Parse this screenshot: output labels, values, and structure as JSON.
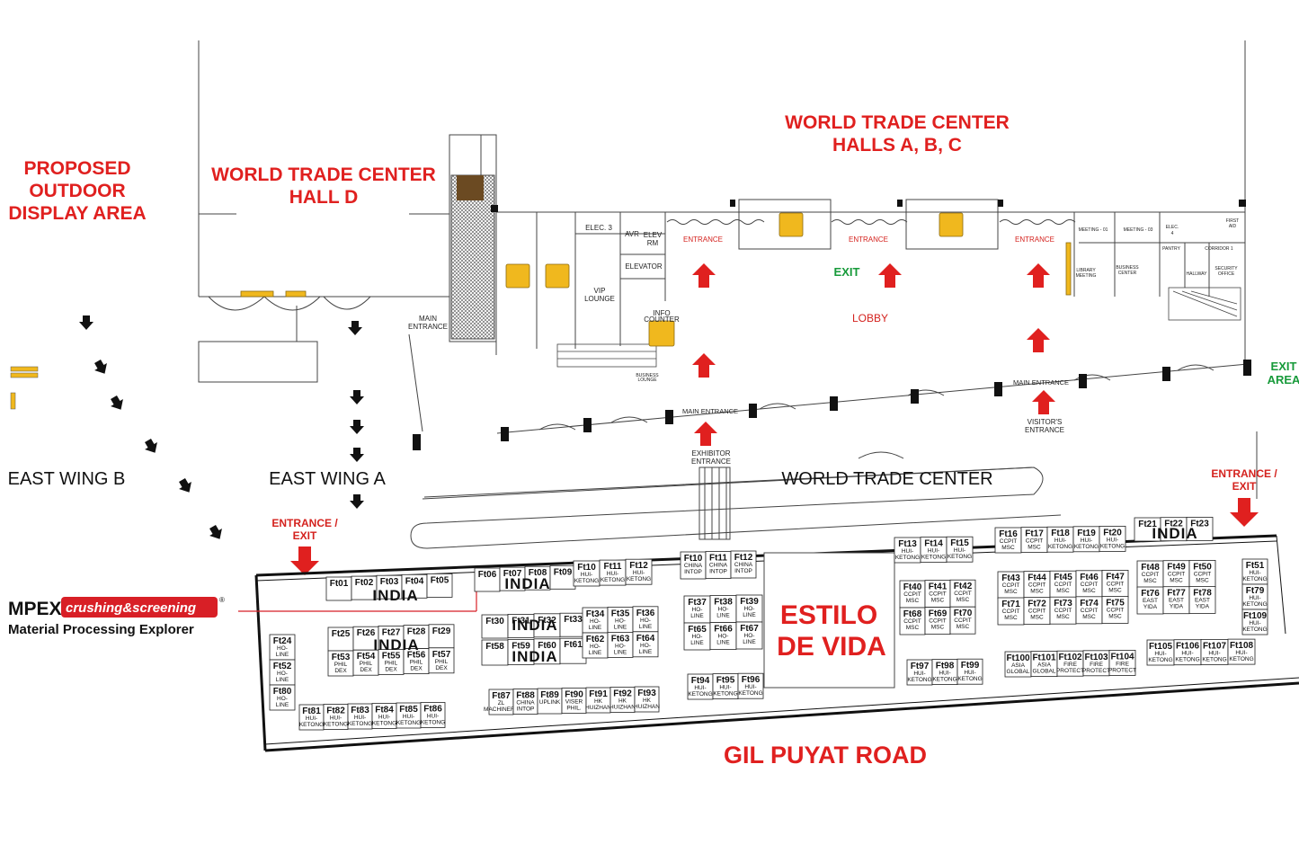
{
  "titles": {
    "proposed": [
      "PROPOSED",
      "OUTDOOR",
      "DISPLAY AREA"
    ],
    "hall_d": [
      "WORLD TRADE CENTER",
      "HALL D"
    ],
    "halls_abc": [
      "WORLD TRADE CENTER",
      "HALLS A, B, C"
    ]
  },
  "wings": {
    "east_b": "EAST WING B",
    "east_a": "EAST WING A",
    "wtc": "WORLD TRADE CENTER"
  },
  "road": "GIL PUYAT ROAD",
  "estilo": [
    "ESTILO",
    "DE VIDA"
  ],
  "entrance_exit_label": [
    "ENTRANCE /",
    "EXIT"
  ],
  "labels": {
    "entrance": "ENTRANCE",
    "exit": "EXIT",
    "exit_area": [
      "EXIT",
      "AREA"
    ],
    "lobby": "LOBBY",
    "main_entrance": [
      "MAIN",
      "ENTRANCE"
    ],
    "main_entrance_single": "MAIN ENTRANCE",
    "exhibitor_entrance": [
      "EXHIBITOR",
      "ENTRANCE"
    ],
    "visitors_entrance": [
      "VISITOR'S",
      "ENTRANCE"
    ],
    "info_counter": [
      "INFO",
      "COUNTER"
    ],
    "vip_lounge": [
      "VIP",
      "LOUNGE"
    ],
    "elec3": "ELEC. 3",
    "avr": "AVR",
    "elev_rm": [
      "ELEV",
      "RM"
    ],
    "elevator": "ELEVATOR",
    "business_lounge": [
      "BUSINESS",
      "LOUNGE"
    ],
    "rooms": [
      {
        "text": "MEETING - 01"
      },
      {
        "text": "MEETING - 03"
      },
      {
        "text": "ELEC."
      },
      {
        "text": "4"
      },
      {
        "text": "FIRST"
      },
      {
        "text": "AID"
      },
      {
        "text": "PANTRY"
      },
      {
        "text": "CORRIDOR 1"
      },
      {
        "text": "HALLWAY"
      },
      {
        "text": "SECURITY"
      },
      {
        "text": "OFFICE"
      },
      {
        "text": "LIBRARY"
      },
      {
        "text": "MEETING"
      },
      {
        "text": "BUSINESS"
      },
      {
        "text": "CENTER"
      }
    ]
  },
  "logo": {
    "main": "MPEX",
    "box": "crushing&screening",
    "reg": "®",
    "tagline": "Material Processing Explorer"
  },
  "india_label": "INDIA",
  "booths": [
    {
      "id": "Ft01"
    },
    {
      "id": "Ft02"
    },
    {
      "id": "Ft03"
    },
    {
      "id": "Ft04"
    },
    {
      "id": "Ft05"
    },
    {
      "id": "Ft06"
    },
    {
      "id": "Ft07"
    },
    {
      "id": "Ft08"
    },
    {
      "id": "Ft09"
    },
    {
      "id": "Ft10",
      "sub": [
        "HUI-",
        "KETONG"
      ]
    },
    {
      "id": "Ft11",
      "sub": [
        "HUI-",
        "KETONG"
      ]
    },
    {
      "id": "Ft12",
      "sub": [
        "HUI-",
        "KETONG"
      ]
    },
    {
      "id": "Ft10",
      "sub": [
        "CHINA",
        "INTOP"
      ]
    },
    {
      "id": "Ft11",
      "sub": [
        "CHINA",
        "INTOP"
      ]
    },
    {
      "id": "Ft12",
      "sub": [
        "CHINA",
        "INTOP"
      ]
    },
    {
      "id": "Ft13",
      "sub": [
        "HUI-",
        "KETONG"
      ]
    },
    {
      "id": "Ft14",
      "sub": [
        "HUI-",
        "KETONG"
      ]
    },
    {
      "id": "Ft15",
      "sub": [
        "HUI-",
        "KETONG"
      ]
    },
    {
      "id": "Ft16",
      "sub": [
        "CCPIT",
        "MSC"
      ]
    },
    {
      "id": "Ft17",
      "sub": [
        "CCPIT",
        "MSC"
      ]
    },
    {
      "id": "Ft18",
      "sub": [
        "HUI-",
        "KETONG"
      ]
    },
    {
      "id": "Ft19",
      "sub": [
        "HUI-",
        "KETONG"
      ]
    },
    {
      "id": "Ft20",
      "sub": [
        "HUI-",
        "KETONG"
      ]
    },
    {
      "id": "Ft21"
    },
    {
      "id": "Ft22"
    },
    {
      "id": "Ft23"
    },
    {
      "id": "Ft24",
      "sub": [
        "HO-",
        "LINE"
      ]
    },
    {
      "id": "Ft52",
      "sub": [
        "HO-",
        "LINE"
      ]
    },
    {
      "id": "Ft80",
      "sub": [
        "HO-",
        "LINE"
      ]
    },
    {
      "id": "Ft25"
    },
    {
      "id": "Ft26"
    },
    {
      "id": "Ft27"
    },
    {
      "id": "Ft28"
    },
    {
      "id": "Ft29"
    },
    {
      "id": "Ft53",
      "sub": [
        "PHIL",
        "DEX"
      ]
    },
    {
      "id": "Ft54",
      "sub": [
        "PHIL",
        "DEX"
      ]
    },
    {
      "id": "Ft55",
      "sub": [
        "PHIL",
        "DEX"
      ]
    },
    {
      "id": "Ft56",
      "sub": [
        "PHIL",
        "DEX"
      ]
    },
    {
      "id": "Ft57",
      "sub": [
        "PHIL",
        "DEX"
      ]
    },
    {
      "id": "Ft30"
    },
    {
      "id": "Ft31"
    },
    {
      "id": "Ft32"
    },
    {
      "id": "Ft33"
    },
    {
      "id": "Ft34",
      "sub": [
        "HO-",
        "LINE"
      ]
    },
    {
      "id": "Ft35",
      "sub": [
        "HO-",
        "LINE"
      ]
    },
    {
      "id": "Ft36",
      "sub": [
        "HO-",
        "LINE"
      ]
    },
    {
      "id": "Ft58"
    },
    {
      "id": "Ft59"
    },
    {
      "id": "Ft60"
    },
    {
      "id": "Ft61"
    },
    {
      "id": "Ft62",
      "sub": [
        "HO-",
        "LINE"
      ]
    },
    {
      "id": "Ft63",
      "sub": [
        "HO-",
        "LINE"
      ]
    },
    {
      "id": "Ft64",
      "sub": [
        "HO-",
        "LINE"
      ]
    },
    {
      "id": "Ft37",
      "sub": [
        "HO-",
        "LINE"
      ]
    },
    {
      "id": "Ft38",
      "sub": [
        "HO-",
        "LINE"
      ]
    },
    {
      "id": "Ft39",
      "sub": [
        "HO-",
        "LINE"
      ]
    },
    {
      "id": "Ft65",
      "sub": [
        "HO-",
        "LINE"
      ]
    },
    {
      "id": "Ft66",
      "sub": [
        "HO-",
        "LINE"
      ]
    },
    {
      "id": "Ft67",
      "sub": [
        "HO-",
        "LINE"
      ]
    },
    {
      "id": "Ft40",
      "sub": [
        "CCPIT",
        "MSC"
      ]
    },
    {
      "id": "Ft41",
      "sub": [
        "CCPIT",
        "MSC"
      ]
    },
    {
      "id": "Ft42",
      "sub": [
        "CCPIT",
        "MSC"
      ]
    },
    {
      "id": "Ft68",
      "sub": [
        "CCPIT",
        "MSC"
      ]
    },
    {
      "id": "Ft69",
      "sub": [
        "CCPIT",
        "MSC"
      ]
    },
    {
      "id": "Ft70",
      "sub": [
        "CCPIT",
        "MSC"
      ]
    },
    {
      "id": "Ft43",
      "sub": [
        "CCPIT",
        "MSC"
      ]
    },
    {
      "id": "Ft44",
      "sub": [
        "CCPIT",
        "MSC"
      ]
    },
    {
      "id": "Ft45",
      "sub": [
        "CCPIT",
        "MSC"
      ]
    },
    {
      "id": "Ft46",
      "sub": [
        "CCPIT",
        "MSC"
      ]
    },
    {
      "id": "Ft47",
      "sub": [
        "CCPIT",
        "MSC"
      ]
    },
    {
      "id": "Ft71",
      "sub": [
        "CCPIT",
        "MSC"
      ]
    },
    {
      "id": "Ft72",
      "sub": [
        "CCPIT",
        "MSC"
      ]
    },
    {
      "id": "Ft73",
      "sub": [
        "CCPIT",
        "MSC"
      ]
    },
    {
      "id": "Ft74",
      "sub": [
        "CCPIT",
        "MSC"
      ]
    },
    {
      "id": "Ft75",
      "sub": [
        "CCPIT",
        "MSC"
      ]
    },
    {
      "id": "Ft48",
      "sub": [
        "CCPIT",
        "MSC"
      ]
    },
    {
      "id": "Ft49",
      "sub": [
        "CCPIT",
        "MSC"
      ]
    },
    {
      "id": "Ft50",
      "sub": [
        "CCPIT",
        "MSC"
      ]
    },
    {
      "id": "Ft76",
      "sub": [
        "EAST",
        "YIDA"
      ]
    },
    {
      "id": "Ft77",
      "sub": [
        "EAST",
        "YIDA"
      ]
    },
    {
      "id": "Ft78",
      "sub": [
        "EAST",
        "YIDA"
      ]
    },
    {
      "id": "Ft51",
      "sub": [
        "HUI-",
        "KETONG"
      ]
    },
    {
      "id": "Ft79",
      "sub": [
        "HUI-",
        "KETONG"
      ]
    },
    {
      "id": "Ft109",
      "sub": [
        "HUI-",
        "KETONG"
      ]
    },
    {
      "id": "Ft81",
      "sub": [
        "HUI-",
        "KETONG"
      ]
    },
    {
      "id": "Ft82",
      "sub": [
        "HUI-",
        "KETONG"
      ]
    },
    {
      "id": "Ft83",
      "sub": [
        "HUI-",
        "KETONG"
      ]
    },
    {
      "id": "Ft84",
      "sub": [
        "HUI-",
        "KETONG"
      ]
    },
    {
      "id": "Ft85",
      "sub": [
        "HUI-",
        "KETONG"
      ]
    },
    {
      "id": "Ft86",
      "sub": [
        "HUI-",
        "KETONG"
      ]
    },
    {
      "id": "Ft87",
      "sub": [
        "ZL",
        "MACHINERY"
      ]
    },
    {
      "id": "Ft88",
      "sub": [
        "CHINA",
        "INTOP"
      ]
    },
    {
      "id": "Ft89",
      "sub": [
        "UPLINK"
      ]
    },
    {
      "id": "Ft90",
      "sub": [
        "VISER",
        "PHIL."
      ]
    },
    {
      "id": "Ft91",
      "sub": [
        "HK",
        "HUIZHAN"
      ]
    },
    {
      "id": "Ft92",
      "sub": [
        "HK",
        "HUIZHAN"
      ]
    },
    {
      "id": "Ft93",
      "sub": [
        "HK",
        "HUIZHAN"
      ]
    },
    {
      "id": "Ft94",
      "sub": [
        "HUI-",
        "KETONG"
      ]
    },
    {
      "id": "Ft95",
      "sub": [
        "HUI-",
        "KETONG"
      ]
    },
    {
      "id": "Ft96",
      "sub": [
        "HUI-",
        "KETONG"
      ]
    },
    {
      "id": "Ft97",
      "sub": [
        "HUI-",
        "KETONG"
      ]
    },
    {
      "id": "Ft98",
      "sub": [
        "HUI-",
        "KETONG"
      ]
    },
    {
      "id": "Ft99",
      "sub": [
        "HUI-",
        "KETONG"
      ]
    },
    {
      "id": "Ft100",
      "sub": [
        "ASIA",
        "GLOBAL"
      ]
    },
    {
      "id": "Ft101",
      "sub": [
        "ASIA",
        "GLOBAL"
      ]
    },
    {
      "id": "Ft102",
      "sub": [
        "FIRE",
        "PROTECT"
      ]
    },
    {
      "id": "Ft103",
      "sub": [
        "FIRE",
        "PROTECT"
      ]
    },
    {
      "id": "Ft104",
      "sub": [
        "FIRE",
        "PROTECT"
      ]
    },
    {
      "id": "Ft105",
      "sub": [
        "HUI-",
        "KETONG"
      ]
    },
    {
      "id": "Ft106",
      "sub": [
        "HUI-",
        "KETONG"
      ]
    },
    {
      "id": "Ft107",
      "sub": [
        "HUI-",
        "KETONG"
      ]
    },
    {
      "id": "Ft108",
      "sub": [
        "HUI-",
        "KETONG"
      ]
    }
  ],
  "colors": {
    "title_red": "#e0201f",
    "arrow_red": "#e0201f",
    "exit_green": "#179a3a",
    "booth_yellow": "#f0b81e",
    "logo_red": "#d81f26"
  }
}
